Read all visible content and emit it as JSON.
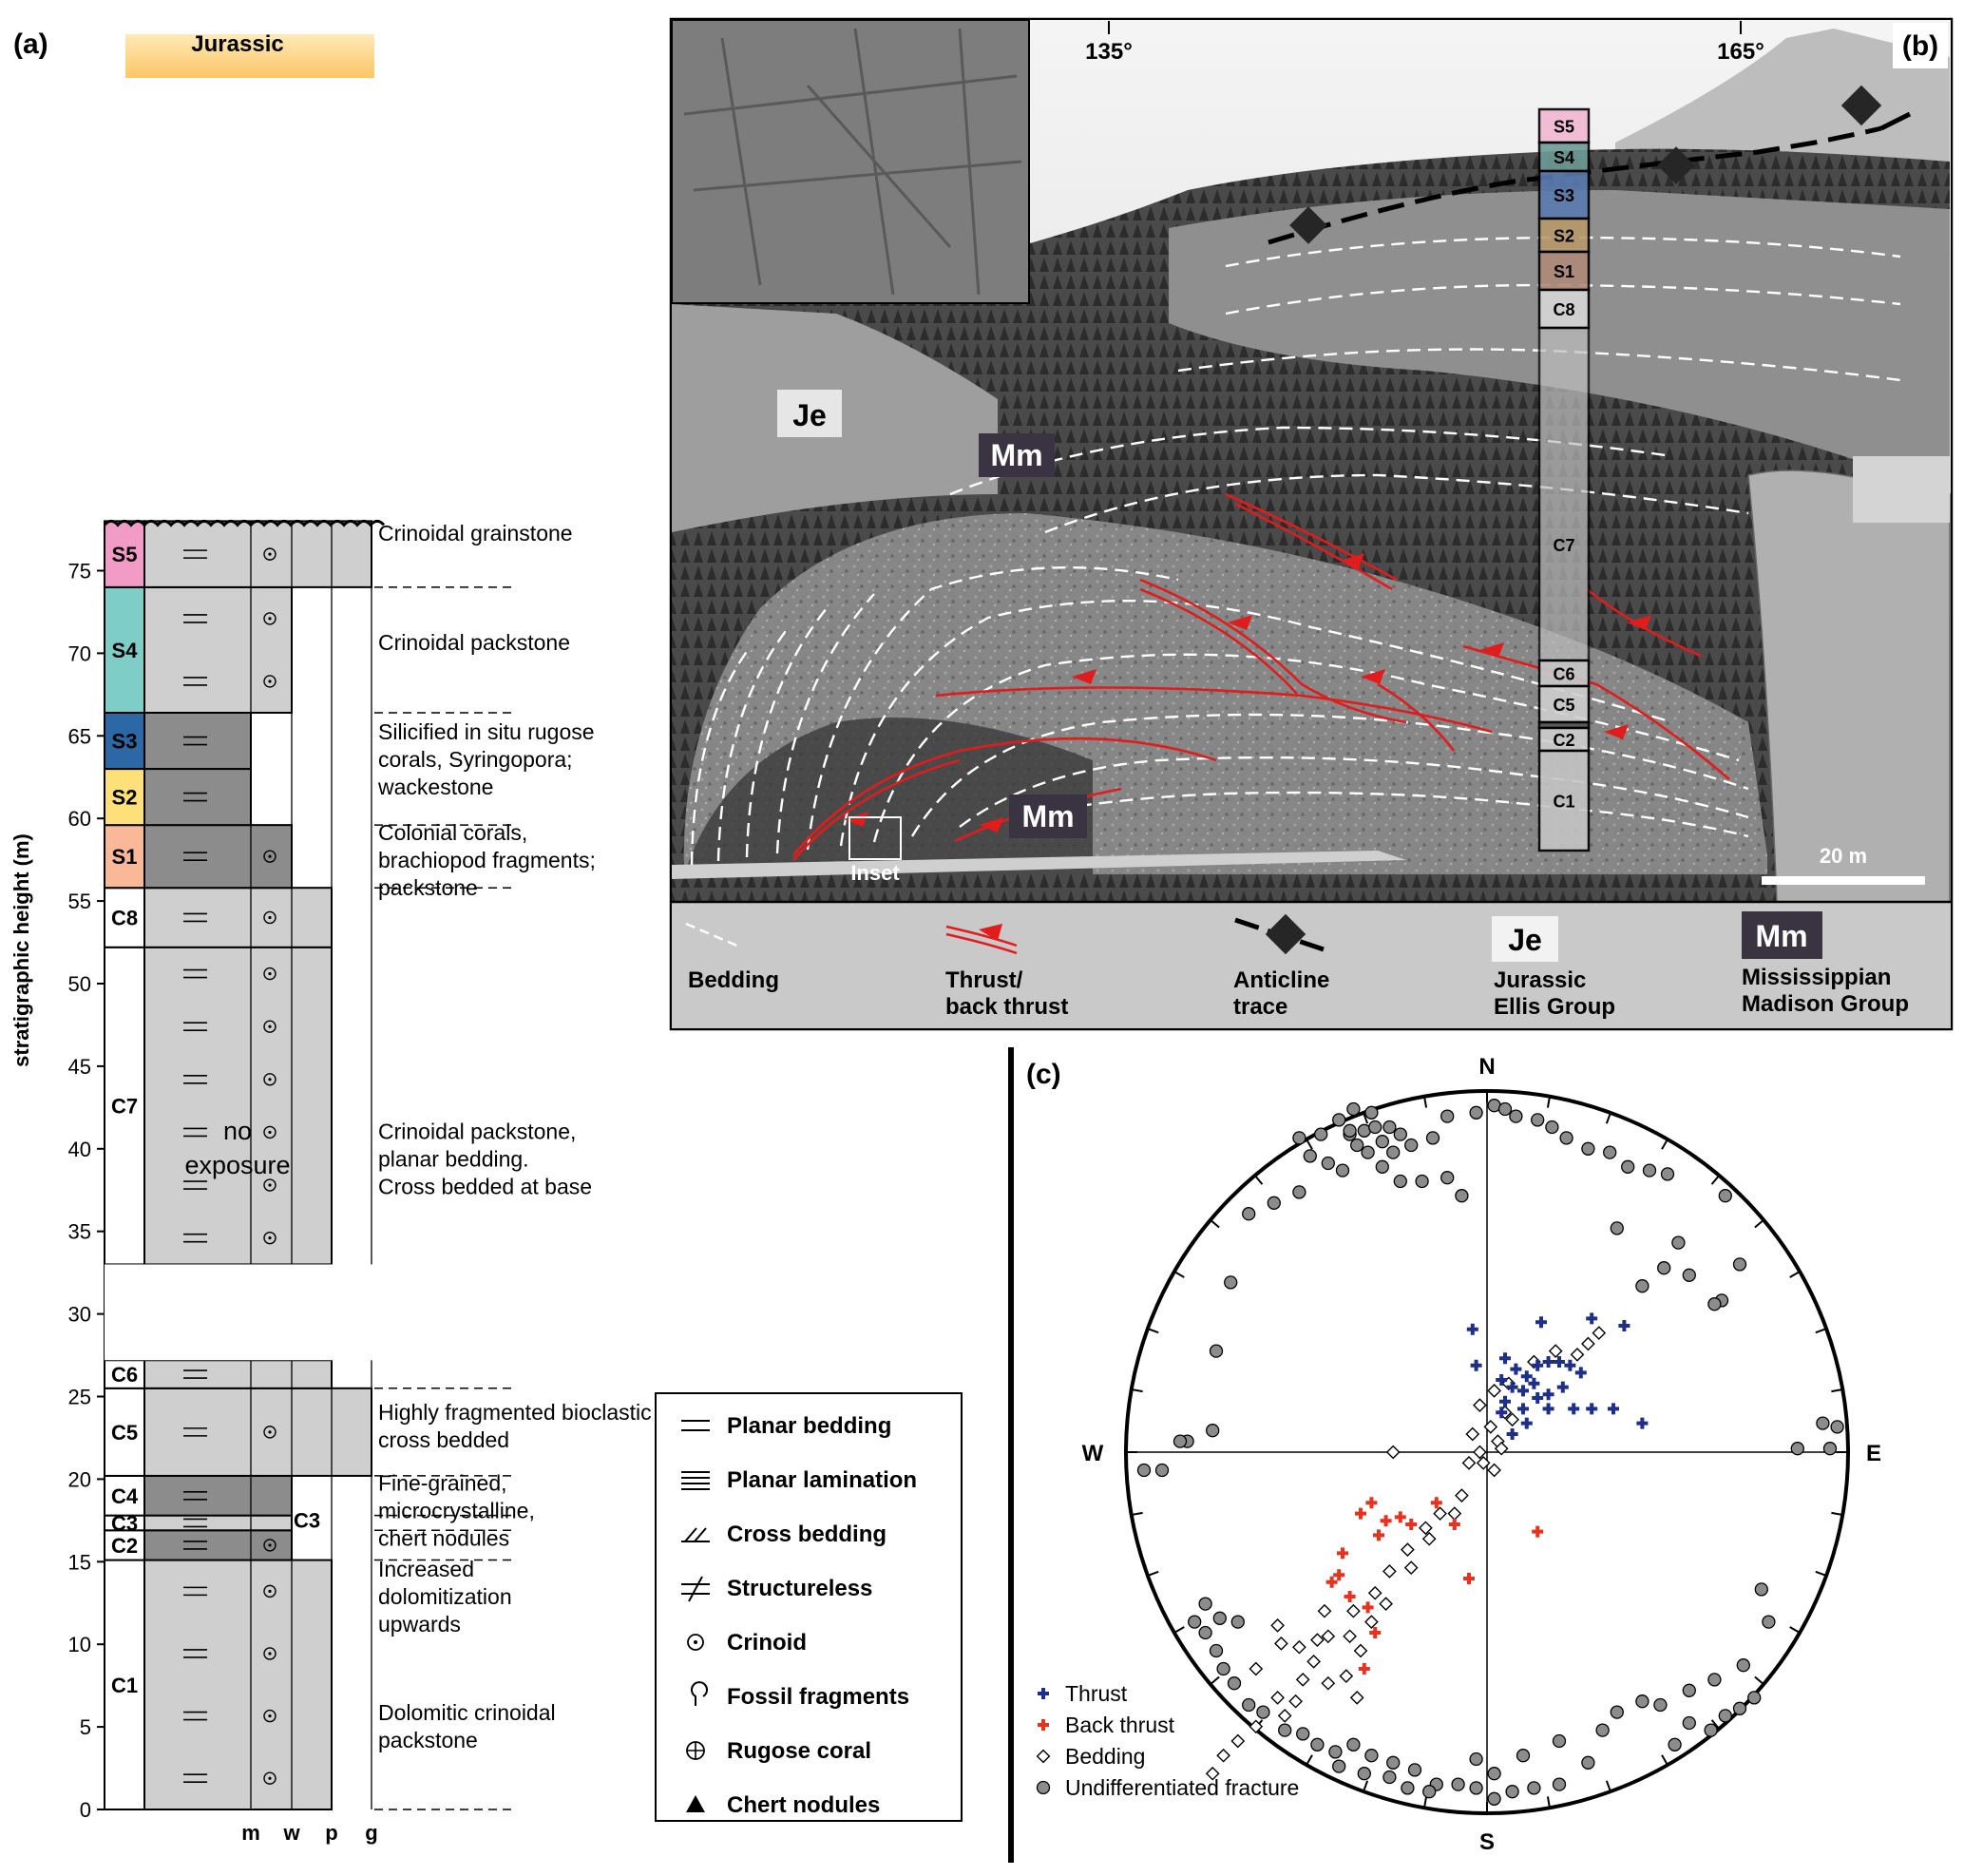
{
  "panel_a": {
    "label": "(a)",
    "jurassic": "Jurassic",
    "ylabel": "stratigraphic height (m)",
    "yticks": [
      0,
      5,
      10,
      15,
      20,
      25,
      30,
      35,
      40,
      45,
      50,
      55,
      60,
      65,
      70,
      75
    ],
    "texture_axis": [
      "m",
      "w",
      "p",
      "g"
    ],
    "no_exposure_1": "no",
    "no_exposure_2": "exposure",
    "units": [
      {
        "name": "C1",
        "base": 0,
        "top": 15.1,
        "texture": "p",
        "color": "#ffffff"
      },
      {
        "name": "C2",
        "base": 15.1,
        "top": 16.9,
        "texture": "w",
        "color": "#ffffff"
      },
      {
        "name": "C3",
        "base": 16.9,
        "top": 17.8,
        "texture": "w",
        "color": "#ffffff"
      },
      {
        "name": "C4",
        "base": 17.8,
        "top": 20.2,
        "texture": "w",
        "color": "#ffffff"
      },
      {
        "name": "C5",
        "base": 20.2,
        "top": 25.5,
        "texture": "g",
        "color": "#ffffff"
      },
      {
        "name": "C6",
        "base": 25.5,
        "top": 27.2,
        "texture": "p",
        "color": "#ffffff"
      },
      {
        "name": "C7",
        "base": 33,
        "top": 52.2,
        "texture": "p",
        "color": "#ffffff"
      },
      {
        "name": "C8",
        "base": 52.2,
        "top": 55.8,
        "texture": "p",
        "color": "#ffffff"
      },
      {
        "name": "S1",
        "base": 55.8,
        "top": 59.6,
        "texture": "w",
        "color": "#f9b999"
      },
      {
        "name": "S2",
        "base": 59.6,
        "top": 63.0,
        "texture": "m",
        "color": "#fde07a"
      },
      {
        "name": "S3",
        "base": 63.0,
        "top": 66.4,
        "texture": "m",
        "color": "#2c67a6"
      },
      {
        "name": "S4",
        "base": 66.4,
        "top": 74.0,
        "texture": "w",
        "color": "#7ecdc6"
      },
      {
        "name": "S5",
        "base": 74.0,
        "top": 78.0,
        "texture": "g",
        "color": "#f29bc6"
      }
    ],
    "descriptions": [
      {
        "lines": [
          "Crinoidal grainstone"
        ],
        "at": 76.8
      },
      {
        "lines": [
          "Crinoidal packstone"
        ],
        "at": 70.2
      },
      {
        "lines": [
          "Silicified in situ rugose",
          "corals, Syringopora;",
          "wackestone"
        ],
        "at": 64.8
      },
      {
        "lines": [
          "Colonial corals,",
          "brachiopod fragments;",
          "packstone"
        ],
        "at": 58.7
      },
      {
        "lines": [
          "Crinoidal packstone,",
          "planar bedding.",
          "Cross bedded at base"
        ],
        "at": 40.6
      },
      {
        "lines": [
          "Highly fragmented bioclastic grains,",
          "cross bedded"
        ],
        "at": 23.6
      },
      {
        "lines": [
          "Fine-grained,",
          "microcrystalline,",
          "chert nodules"
        ],
        "at": 19.3
      },
      {
        "lines": [
          "Increased",
          "dolomitization",
          "upwards"
        ],
        "at": 14.1
      },
      {
        "lines": [
          "Dolomitic crinoidal",
          "packstone"
        ],
        "at": 5.4
      }
    ],
    "legend": [
      {
        "symbol": "planar-bedding",
        "label": "Planar bedding"
      },
      {
        "symbol": "planar-lamination",
        "label": "Planar lamination"
      },
      {
        "symbol": "cross-bedding",
        "label": "Cross bedding"
      },
      {
        "symbol": "structureless",
        "label": "Structureless"
      },
      {
        "symbol": "crinoid",
        "label": "Crinoid"
      },
      {
        "symbol": "fossil-fragments",
        "label": "Fossil fragments"
      },
      {
        "symbol": "rugose-coral",
        "label": "Rugose coral"
      },
      {
        "symbol": "chert-nodules",
        "label": "Chert nodules"
      }
    ]
  },
  "panel_b": {
    "label": "(b)",
    "az_1": "135°",
    "az_2": "165°",
    "je": "Je",
    "mm": "Mm",
    "mm2": "Mm",
    "inset": "Inset",
    "scale": "20 m",
    "column": [
      {
        "name": "S5",
        "color": "#f2b8d2"
      },
      {
        "name": "S4",
        "color": "#6e9a96"
      },
      {
        "name": "S3",
        "color": "#5a7bb0"
      },
      {
        "name": "S2",
        "color": "#b99a6a"
      },
      {
        "name": "S1",
        "color": "#b08a78"
      },
      {
        "name": "C8",
        "color": "#d6d6d6"
      },
      {
        "name": "C7",
        "color": "#bdbdbd"
      },
      {
        "name": "C6",
        "color": "#c9c9c9"
      },
      {
        "name": "C5",
        "color": "#cfcfcf"
      },
      {
        "name": "C2",
        "color": "#cfcfcf"
      },
      {
        "name": "C1",
        "color": "#c4c4c4"
      }
    ],
    "legend": {
      "bedding": "Bedding",
      "thrust_1": "Thrust/",
      "thrust_2": "back thrust",
      "anticline_1": "Anticline",
      "anticline_2": "trace",
      "je_box": "Je",
      "je_1": "Jurassic",
      "je_2": "Ellis Group",
      "mm_box": "Mm",
      "mm_1": "Mississippian",
      "mm_2": "Madison Group"
    }
  },
  "panel_c": {
    "label": "(c)",
    "n": "N",
    "s": "S",
    "e": "E",
    "w": "W",
    "legend": [
      "Thrust",
      "Back thrust",
      "Bedding",
      "Undifferentiated fracture"
    ]
  },
  "chart_data": {
    "type": "scatter",
    "title": "",
    "series": [
      {
        "name": "Thrust",
        "points": [
          [
            -0.04,
            0.34
          ],
          [
            -0.03,
            0.24
          ],
          [
            0.15,
            0.36
          ],
          [
            0.29,
            0.37
          ],
          [
            0.38,
            0.35
          ],
          [
            0.05,
            0.26
          ],
          [
            0.08,
            0.23
          ],
          [
            0.11,
            0.21
          ],
          [
            0.14,
            0.24
          ],
          [
            0.17,
            0.25
          ],
          [
            0.2,
            0.25
          ],
          [
            0.23,
            0.24
          ],
          [
            0.26,
            0.22
          ],
          [
            0.04,
            0.2
          ],
          [
            0.07,
            0.18
          ],
          [
            0.1,
            0.17
          ],
          [
            0.13,
            0.19
          ],
          [
            0.17,
            0.16
          ],
          [
            0.21,
            0.18
          ],
          [
            0.24,
            0.12
          ],
          [
            0.29,
            0.12
          ],
          [
            0.35,
            0.12
          ],
          [
            0.17,
            0.12
          ],
          [
            0.1,
            0.12
          ],
          [
            0.05,
            0.14
          ],
          [
            0.04,
            0.11
          ],
          [
            0.43,
            0.08
          ],
          [
            0.07,
            0.05
          ],
          [
            0.11,
            0.08
          ],
          [
            0.14,
            0.15
          ]
        ]
      },
      {
        "name": "Back thrust",
        "points": [
          [
            -0.32,
            -0.14
          ],
          [
            -0.35,
            -0.17
          ],
          [
            -0.3,
            -0.23
          ],
          [
            -0.28,
            -0.19
          ],
          [
            -0.24,
            -0.18
          ],
          [
            -0.21,
            -0.2
          ],
          [
            -0.14,
            -0.14
          ],
          [
            -0.09,
            -0.2
          ],
          [
            -0.05,
            -0.35
          ],
          [
            -0.43,
            -0.36
          ],
          [
            -0.4,
            -0.28
          ],
          [
            -0.38,
            -0.4
          ],
          [
            -0.33,
            -0.43
          ],
          [
            -0.31,
            -0.5
          ],
          [
            -0.34,
            -0.6
          ],
          [
            0.14,
            -0.22
          ],
          [
            -0.41,
            -0.34
          ]
        ]
      },
      {
        "name": "Bedding",
        "points": [
          [
            0.31,
            0.33
          ],
          [
            0.28,
            0.3
          ],
          [
            0.25,
            0.27
          ],
          [
            0.19,
            0.28
          ],
          [
            0.13,
            0.25
          ],
          [
            0.06,
            0.19
          ],
          [
            0.02,
            0.17
          ],
          [
            -0.02,
            0.13
          ],
          [
            0.05,
            0.11
          ],
          [
            0.01,
            0.07
          ],
          [
            -0.04,
            0.05
          ],
          [
            0.03,
            0.03
          ],
          [
            -0.02,
            0.0
          ],
          [
            0.04,
            0.01
          ],
          [
            -0.01,
            -0.03
          ],
          [
            0.02,
            -0.05
          ],
          [
            -0.05,
            -0.03
          ],
          [
            -0.26,
            0.0
          ],
          [
            -0.13,
            -0.17
          ],
          [
            -0.17,
            -0.21
          ],
          [
            -0.22,
            -0.27
          ],
          [
            -0.27,
            -0.33
          ],
          [
            -0.31,
            -0.39
          ],
          [
            -0.37,
            -0.44
          ],
          [
            -0.45,
            -0.44
          ],
          [
            -0.48,
            -0.58
          ],
          [
            -0.44,
            -0.64
          ],
          [
            -0.39,
            -0.62
          ],
          [
            -0.38,
            -0.51
          ],
          [
            -0.32,
            -0.47
          ],
          [
            -0.28,
            -0.42
          ],
          [
            -0.21,
            -0.32
          ],
          [
            -0.16,
            -0.24
          ],
          [
            -0.07,
            -0.12
          ],
          [
            -0.09,
            -0.17
          ],
          [
            -0.47,
            -0.52
          ],
          [
            -0.52,
            -0.54
          ],
          [
            -0.57,
            -0.53
          ],
          [
            -0.64,
            -0.6
          ],
          [
            -0.58,
            -0.68
          ],
          [
            -0.56,
            -0.73
          ],
          [
            -0.64,
            -0.76
          ],
          [
            -0.69,
            -0.8
          ],
          [
            -0.73,
            -0.84
          ],
          [
            -0.76,
            -0.89
          ],
          [
            -0.58,
            -0.48
          ],
          [
            -0.44,
            -0.51
          ],
          [
            -0.35,
            -0.55
          ],
          [
            -0.51,
            -0.63
          ],
          [
            -0.53,
            -0.69
          ],
          [
            -0.36,
            -0.68
          ],
          [
            0.07,
            0.09
          ]
        ]
      },
      {
        "name": "Undifferentiated fracture",
        "points": [
          [
            -0.38,
            0.88
          ],
          [
            -0.34,
            0.89
          ],
          [
            -0.31,
            0.9
          ],
          [
            -0.27,
            0.9
          ],
          [
            -0.24,
            0.88
          ],
          [
            -0.29,
            0.86
          ],
          [
            -0.36,
            0.85
          ],
          [
            -0.33,
            0.83
          ],
          [
            -0.26,
            0.83
          ],
          [
            -0.21,
            0.85
          ],
          [
            -0.15,
            0.87
          ],
          [
            -0.11,
            0.93
          ],
          [
            -0.03,
            0.94
          ],
          [
            0.02,
            0.96
          ],
          [
            0.05,
            0.95
          ],
          [
            0.08,
            0.93
          ],
          [
            0.14,
            0.92
          ],
          [
            0.18,
            0.9
          ],
          [
            0.22,
            0.87
          ],
          [
            0.28,
            0.84
          ],
          [
            0.34,
            0.83
          ],
          [
            0.39,
            0.79
          ],
          [
            0.45,
            0.78
          ],
          [
            0.5,
            0.77
          ],
          [
            -0.4,
            0.78
          ],
          [
            -0.44,
            0.8
          ],
          [
            -0.49,
            0.82
          ],
          [
            -0.52,
            0.87
          ],
          [
            -0.46,
            0.88
          ],
          [
            -0.41,
            0.92
          ],
          [
            -0.37,
            0.95
          ],
          [
            -0.32,
            0.94
          ],
          [
            -0.29,
            0.79
          ],
          [
            -0.24,
            0.75
          ],
          [
            -0.18,
            0.75
          ],
          [
            -0.11,
            0.76
          ],
          [
            -0.07,
            0.71
          ],
          [
            -0.52,
            0.72
          ],
          [
            -0.59,
            0.69
          ],
          [
            -0.66,
            0.66
          ],
          [
            -0.71,
            0.47
          ],
          [
            -0.75,
            0.28
          ],
          [
            -0.83,
            0.03
          ],
          [
            -0.85,
            0.03
          ],
          [
            -0.76,
            0.06
          ],
          [
            -0.95,
            -0.05
          ],
          [
            -0.9,
            -0.05
          ],
          [
            -0.38,
            0.89
          ],
          [
            0.65,
            0.42
          ],
          [
            0.56,
            0.49
          ],
          [
            0.49,
            0.51
          ],
          [
            0.43,
            0.46
          ],
          [
            0.63,
            0.41
          ],
          [
            0.7,
            0.52
          ],
          [
            0.53,
            0.58
          ],
          [
            0.66,
            0.71
          ],
          [
            0.36,
            0.62
          ],
          [
            0.97,
            0.07
          ],
          [
            0.95,
            0.01
          ],
          [
            0.93,
            0.08
          ],
          [
            0.86,
            0.01
          ],
          [
            0.76,
            -0.38
          ],
          [
            0.78,
            -0.47
          ],
          [
            0.71,
            -0.59
          ],
          [
            0.63,
            -0.63
          ],
          [
            0.56,
            -0.66
          ],
          [
            0.48,
            -0.7
          ],
          [
            0.43,
            -0.69
          ],
          [
            0.36,
            -0.72
          ],
          [
            0.32,
            -0.77
          ],
          [
            0.28,
            -0.86
          ],
          [
            0.2,
            -0.92
          ],
          [
            0.13,
            -0.93
          ],
          [
            0.07,
            -0.94
          ],
          [
            0.02,
            -0.96
          ],
          [
            -0.03,
            -0.93
          ],
          [
            -0.08,
            -0.92
          ],
          [
            -0.14,
            -0.92
          ],
          [
            -0.2,
            -0.88
          ],
          [
            -0.26,
            -0.86
          ],
          [
            -0.32,
            -0.84
          ],
          [
            -0.37,
            -0.81
          ],
          [
            -0.42,
            -0.83
          ],
          [
            -0.47,
            -0.81
          ],
          [
            -0.51,
            -0.78
          ],
          [
            -0.56,
            -0.77
          ],
          [
            -0.62,
            -0.72
          ],
          [
            -0.66,
            -0.7
          ],
          [
            -0.7,
            -0.64
          ],
          [
            -0.73,
            -0.6
          ],
          [
            -0.75,
            -0.55
          ],
          [
            -0.78,
            -0.5
          ],
          [
            -0.81,
            -0.47
          ],
          [
            -0.78,
            -0.42
          ],
          [
            -0.74,
            -0.46
          ],
          [
            -0.69,
            -0.47
          ],
          [
            -0.41,
            -0.87
          ],
          [
            -0.34,
            -0.89
          ],
          [
            -0.27,
            -0.9
          ],
          [
            -0.22,
            -0.93
          ],
          [
            -0.16,
            -0.94
          ],
          [
            -0.03,
            -0.85
          ],
          [
            0.02,
            -0.89
          ],
          [
            0.1,
            -0.84
          ],
          [
            0.2,
            -0.8
          ],
          [
            0.52,
            -0.81
          ],
          [
            0.56,
            -0.75
          ],
          [
            0.62,
            -0.77
          ],
          [
            0.66,
            -0.73
          ],
          [
            0.7,
            -0.71
          ],
          [
            0.74,
            -0.68
          ]
        ]
      }
    ]
  }
}
